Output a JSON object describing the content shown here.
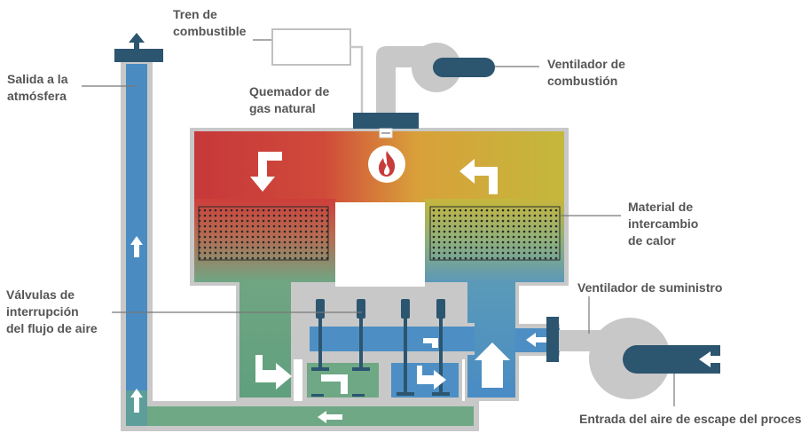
{
  "labels": {
    "fuel_train": [
      "Tren de",
      "combustible"
    ],
    "outlet": [
      "Salida a la",
      "atmósfera"
    ],
    "burner": [
      "Quemador de",
      "gas natural"
    ],
    "combustion_fan": [
      "Ventilador de",
      "combustión"
    ],
    "heat_exchange_material": [
      "Material de",
      "intercambio",
      "de calor"
    ],
    "valves": [
      "Válvulas de",
      "interrupción",
      "del flujo de aire"
    ],
    "supply_fan": [
      "Ventilador de suministro"
    ],
    "inlet": [
      "Entrada del aire de escape del proceso"
    ]
  },
  "colors": {
    "hot": "#c73b3b",
    "warm": "#c8b23a",
    "cool_green": "#6ea884",
    "cool_blue": "#4d8fc4",
    "duct_blue": "#4a8cc2",
    "steel": "#2c5570",
    "pipe_gray": "#c8c8c8",
    "label_gray": "#555555"
  },
  "icons": {
    "burner": "flame-icon",
    "flow": "arrow-icon"
  }
}
